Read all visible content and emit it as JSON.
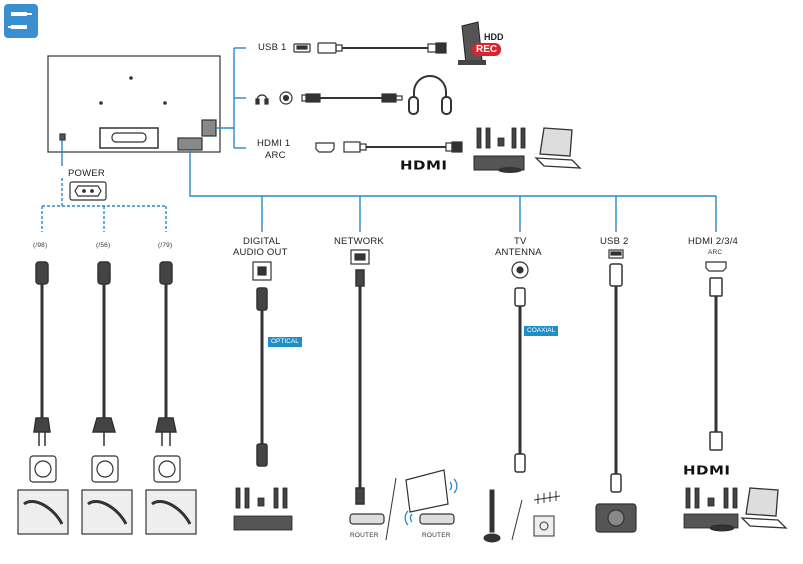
{
  "labels": {
    "usb1": "USB 1",
    "hdmi1": "HDMI 1",
    "hdmi1_sub": "ARC",
    "hdd": "HDD",
    "rec": "REC",
    "power": "POWER",
    "plug_98": "(/98)",
    "plug_56": "(/56)",
    "plug_79": "(/79)",
    "digital_audio": "DIGITAL",
    "digital_audio_2": "AUDIO OUT",
    "network": "NETWORK",
    "tv_antenna": "TV",
    "tv_antenna_2": "ANTENNA",
    "usb2": "USB 2",
    "hdmi234": "HDMI 2/3/4",
    "hdmi234_sub": "ARC",
    "optical": "OPTICAL",
    "coaxial": "COAXIAL",
    "router1": "ROUTER",
    "router2": "ROUTER",
    "hdmi_logo_1": "HDMI",
    "hdmi_logo_2": "HDMI"
  },
  "colors": {
    "line": "#2a88c8",
    "ink": "#222222",
    "accent": "#1f8fc7",
    "rec": "#d9232d",
    "corner_icon": "#3a8fd0"
  },
  "icons": [
    "connection-icon",
    "usb-icon",
    "headphone-jack-icon",
    "hdmi-port-icon",
    "ethernet-port-icon",
    "antenna-port-icon",
    "optical-port-icon",
    "power-socket-icon",
    "wall-outlet-icon",
    "headphones-icon",
    "hard-drive-icon",
    "laptop-icon",
    "speaker-system-icon",
    "blu-ray-player-icon",
    "router-icon",
    "wifi-icon",
    "monitor-icon",
    "indoor-antenna-icon",
    "outdoor-antenna-icon",
    "camera-icon",
    "warning-icon"
  ]
}
